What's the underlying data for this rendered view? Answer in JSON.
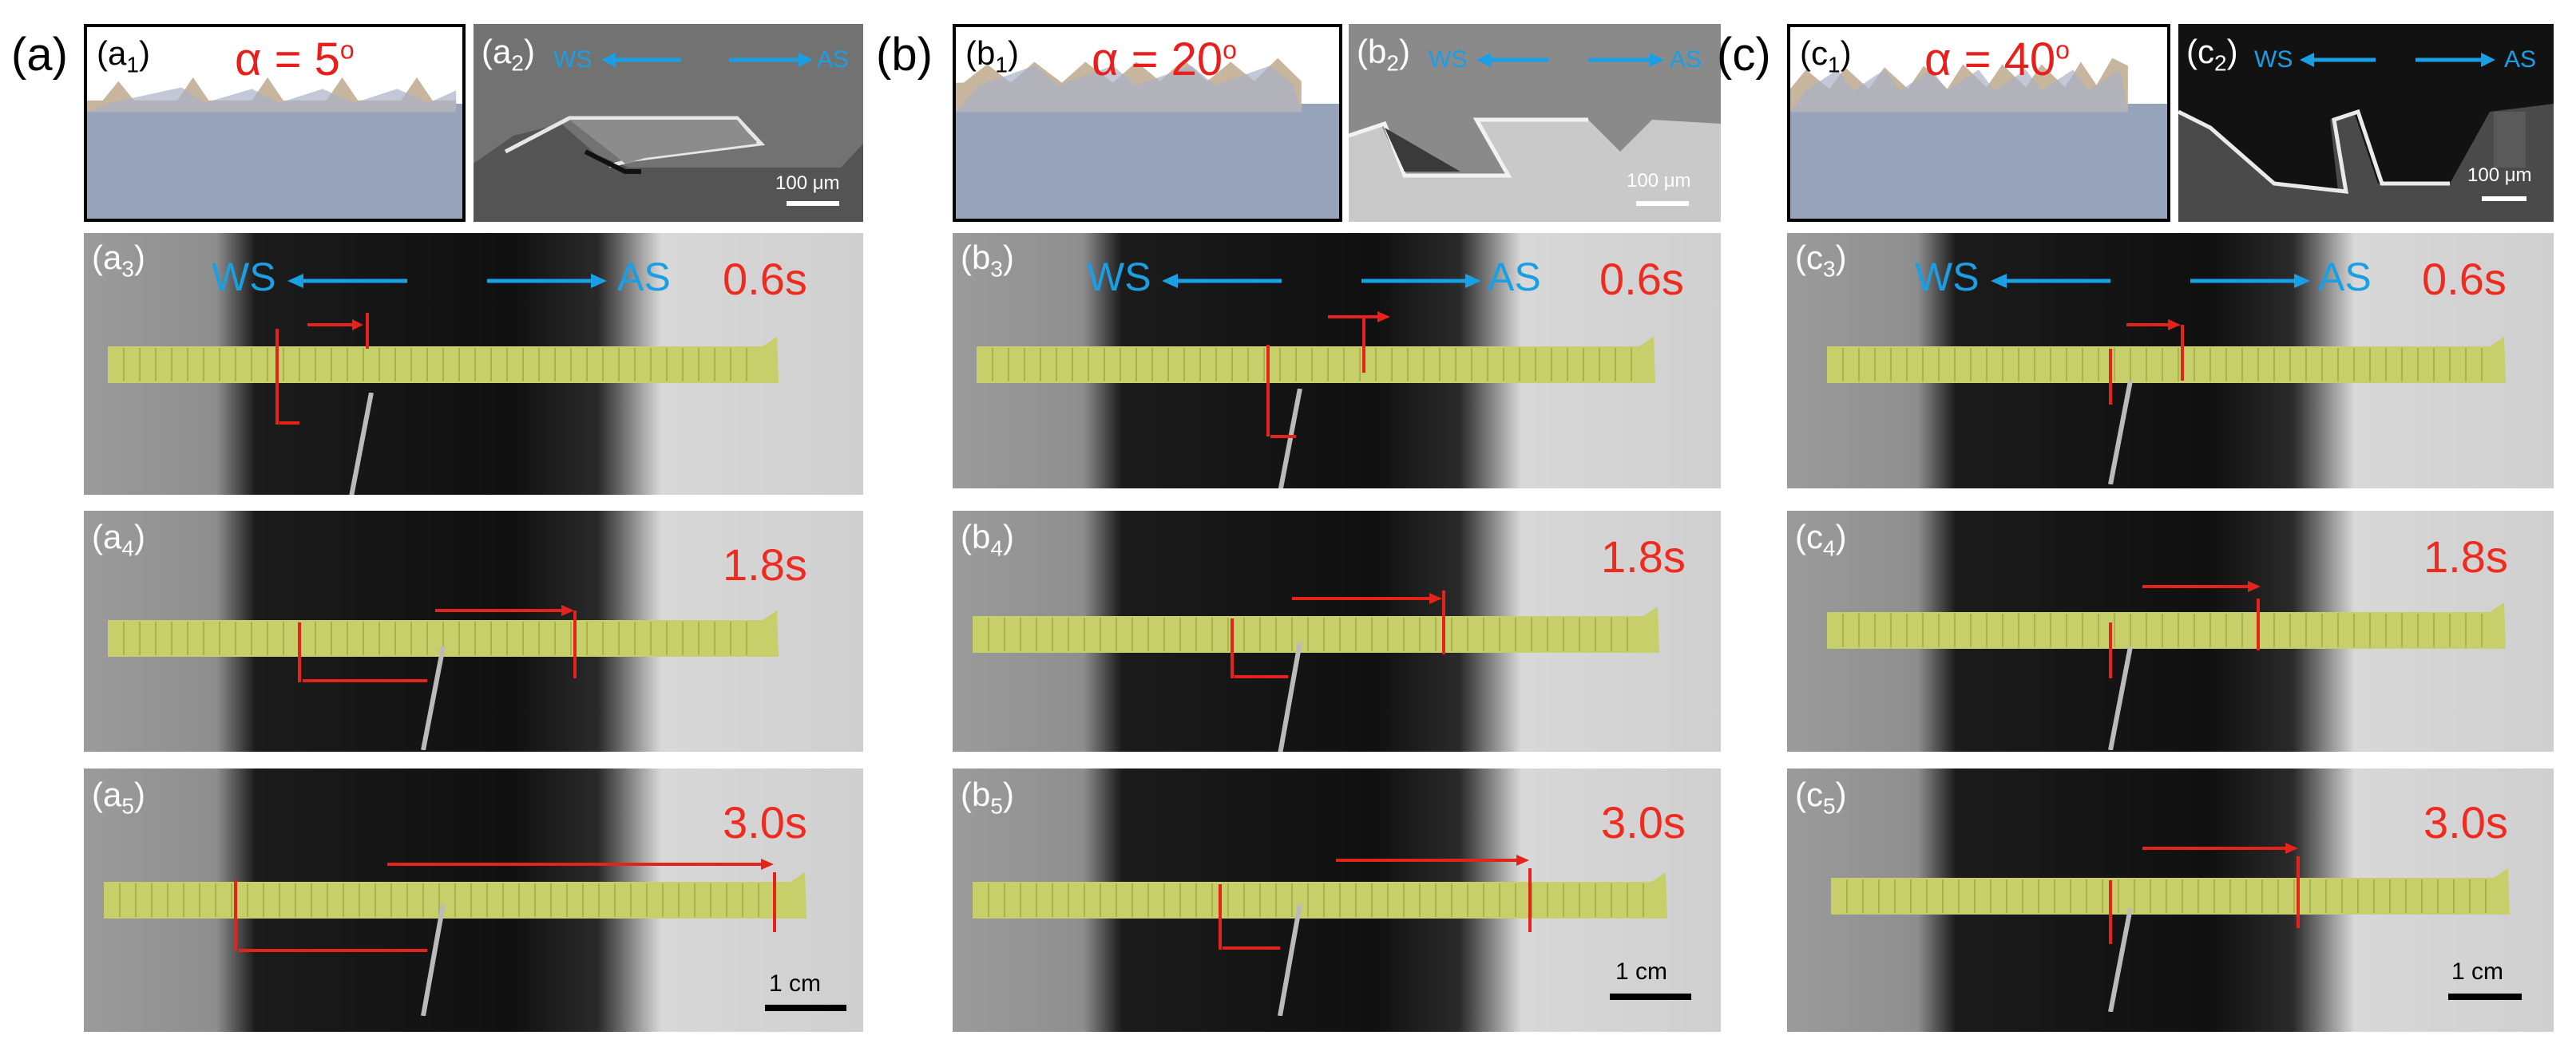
{
  "groups": [
    {
      "key": "a",
      "label": "(a)",
      "alpha_text": "α = 5",
      "alpha_sup": "o",
      "model_label": "a",
      "model_sub": "1",
      "sem_label": "a",
      "sem_sub": "2",
      "sem_ws": "WS",
      "sem_as": "AS",
      "sem_scale": "100 μm",
      "photos": [
        {
          "label": "a",
          "sub": "3",
          "time": "0.6s",
          "ws": "WS",
          "as": "AS"
        },
        {
          "label": "a",
          "sub": "4",
          "time": "1.8s"
        },
        {
          "label": "a",
          "sub": "5",
          "time": "3.0s",
          "scale": "1 cm"
        }
      ]
    },
    {
      "key": "b",
      "label": "(b)",
      "alpha_text": "α = 20",
      "alpha_sup": "o",
      "model_label": "b",
      "model_sub": "1",
      "sem_label": "b",
      "sem_sub": "2",
      "sem_ws": "WS",
      "sem_as": "AS",
      "sem_scale": "100 μm",
      "photos": [
        {
          "label": "b",
          "sub": "3",
          "time": "0.6s",
          "ws": "WS",
          "as": "AS"
        },
        {
          "label": "b",
          "sub": "4",
          "time": "1.8s"
        },
        {
          "label": "b",
          "sub": "5",
          "time": "3.0s",
          "scale": "1 cm"
        }
      ]
    },
    {
      "key": "c",
      "label": "(c)",
      "alpha_text": "α = 40",
      "alpha_sup": "o",
      "model_label": "c",
      "model_sub": "1",
      "sem_label": "c",
      "sem_sub": "2",
      "sem_ws": "WS",
      "sem_as": "AS",
      "sem_scale": "100 μm",
      "photos": [
        {
          "label": "c",
          "sub": "3",
          "time": "0.6s",
          "ws": "WS",
          "as": "AS"
        },
        {
          "label": "c",
          "sub": "4",
          "time": "1.8s"
        },
        {
          "label": "c",
          "sub": "5",
          "time": "3.0s",
          "scale": "1 cm"
        }
      ]
    }
  ],
  "colors": {
    "arrow_red": "#e5231b",
    "arrow_blue": "#1a9fe5",
    "strip_green": "#c9d26a"
  }
}
